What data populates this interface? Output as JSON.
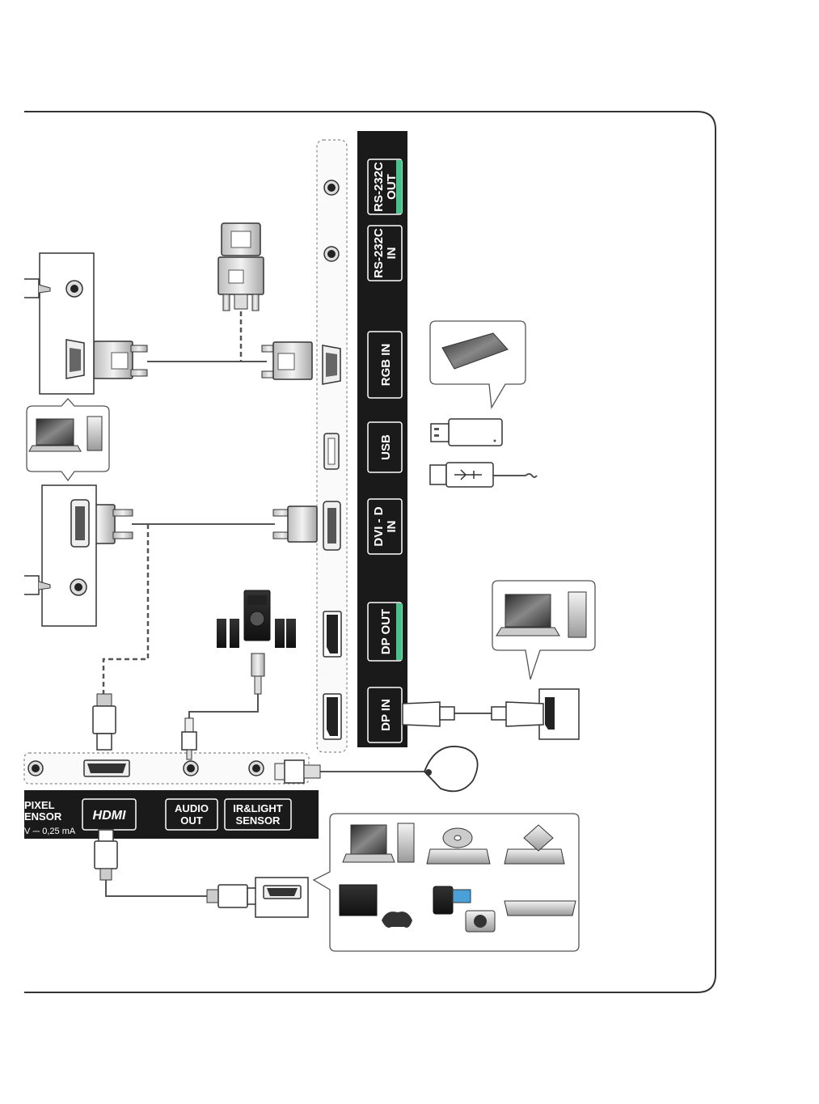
{
  "vertical_panel": {
    "labels": [
      {
        "line1": "RS-232C",
        "line2": "OUT"
      },
      {
        "line1": "RS-232C",
        "line2": "IN"
      },
      {
        "line1": "RGB IN",
        "line2": ""
      },
      {
        "line1": "USB",
        "line2": ""
      },
      {
        "line1": "DVI - D",
        "line2": "IN"
      },
      {
        "line1": "DP OUT",
        "line2": ""
      },
      {
        "line1": "DP IN",
        "line2": ""
      }
    ]
  },
  "bottom_panel": {
    "pixel_line1": "PIXEL",
    "pixel_line2": "ENSOR",
    "pixel_line3": "V ⎓ 0,25 mA",
    "hdmi_label": "HDMI",
    "audio_line1": "AUDIO",
    "audio_line2": "OUT",
    "irlight_line1": "IR&LIGHT",
    "irlight_line2": "SENSOR"
  },
  "colors": {
    "panel": "#1a1a1a",
    "accent_green": "#4dbf8a",
    "cable": "#555555"
  }
}
